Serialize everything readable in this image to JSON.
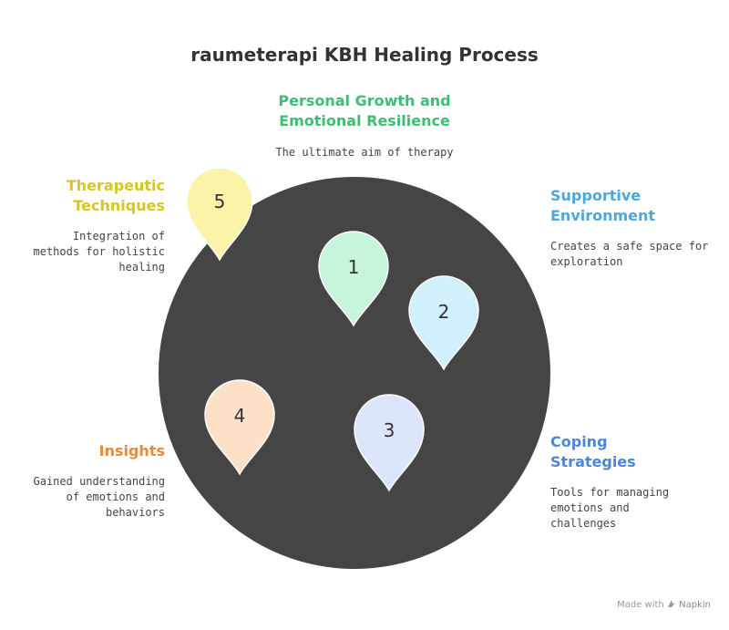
{
  "title": "raumeterapi KBH Healing Process",
  "colors": {
    "circle": "#454545",
    "pin_1": "#c6f5dc",
    "pin_2": "#d2effc",
    "pin_3": "#dbe6fb",
    "pin_4": "#fde0c8",
    "pin_5": "#fbf3a8",
    "heading_1": "#3ebd74",
    "heading_2": "#4aa7e0",
    "heading_3": "#4a86e0",
    "heading_4": "#e58a3a",
    "heading_5": "#d9c522"
  },
  "pins": [
    {
      "number": "1"
    },
    {
      "number": "2"
    },
    {
      "number": "3"
    },
    {
      "number": "4"
    },
    {
      "number": "5"
    }
  ],
  "stages": {
    "personal_growth": {
      "heading_line1": "Personal Growth and",
      "heading_line2": "Emotional Resilience",
      "description": "The ultimate aim of therapy"
    },
    "supportive_environment": {
      "heading_line1": "Supportive",
      "heading_line2": "Environment",
      "description_line1": "Creates a safe space for",
      "description_line2": "exploration"
    },
    "coping_strategies": {
      "heading_line1": "Coping",
      "heading_line2": "Strategies",
      "description_line1": "Tools for managing",
      "description_line2": "emotions and",
      "description_line3": "challenges"
    },
    "insights": {
      "heading": "Insights",
      "description_line1": "Gained understanding",
      "description_line2": "of emotions and",
      "description_line3": "behaviors"
    },
    "therapeutic_techniques": {
      "heading_line1": "Therapeutic",
      "heading_line2": "Techniques",
      "description_line1": "Integration of",
      "description_line2": "methods for holistic",
      "description_line3": "healing"
    }
  },
  "footer": {
    "made_with": "Made with",
    "brand": "Napkin"
  }
}
